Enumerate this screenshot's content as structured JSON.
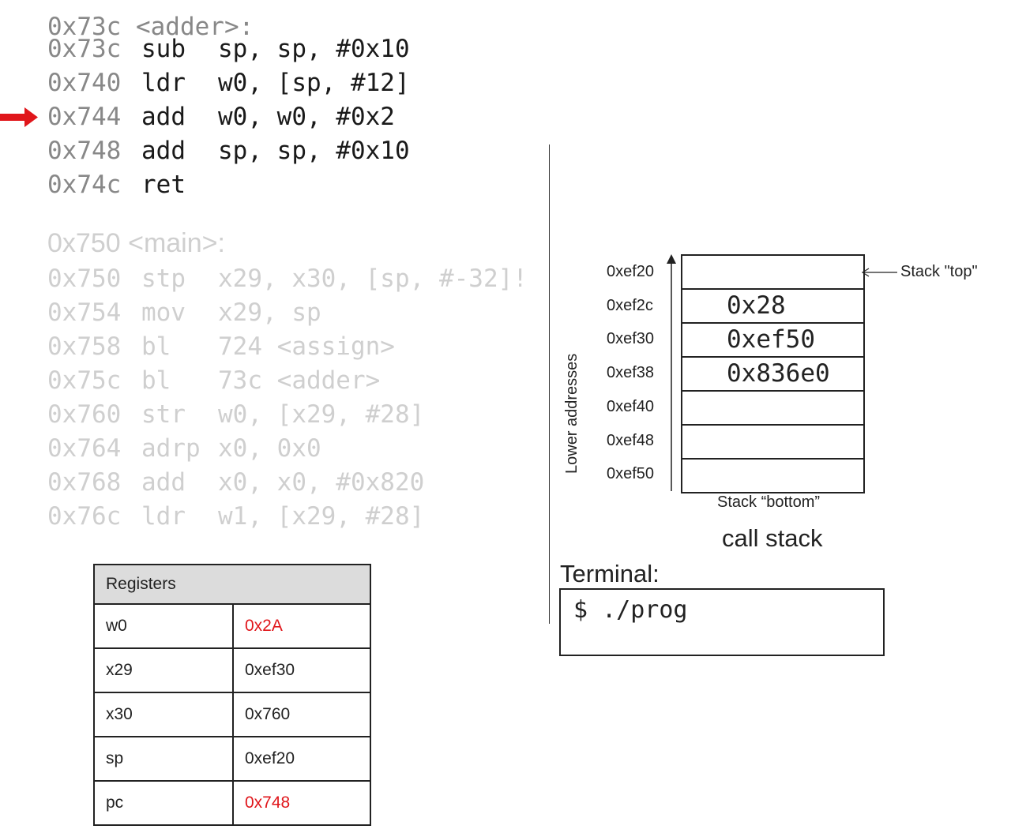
{
  "adder": {
    "label": "0x73c <adder>:",
    "lines": [
      {
        "addr": "0x73c",
        "op": "sub",
        "args": "sp, sp, #0x10"
      },
      {
        "addr": "0x740",
        "op": "ldr",
        "args": "w0, [sp, #12]"
      },
      {
        "addr": "0x744",
        "op": "add",
        "args": "w0, w0, #0x2"
      },
      {
        "addr": "0x748",
        "op": "add",
        "args": "sp, sp, #0x10"
      },
      {
        "addr": "0x74c",
        "op": "ret",
        "args": ""
      }
    ]
  },
  "main": {
    "label": "0x750 <main>:",
    "lines": [
      {
        "addr": "0x750",
        "op": "stp",
        "args": "x29, x30, [sp, #-32]!"
      },
      {
        "addr": "0x754",
        "op": "mov",
        "args": "x29, sp"
      },
      {
        "addr": "0x758",
        "op": "bl",
        "args": "724 <assign>"
      },
      {
        "addr": "0x75c",
        "op": "bl",
        "args": "73c <adder>"
      },
      {
        "addr": "0x760",
        "op": "str",
        "args": "w0, [x29, #28]"
      },
      {
        "addr": "0x764",
        "op": "adrp",
        "args": "x0, 0x0"
      },
      {
        "addr": "0x768",
        "op": "add",
        "args": "x0, x0, #0x820"
      },
      {
        "addr": "0x76c",
        "op": "ldr",
        "args": "w1, [x29, #28]"
      }
    ]
  },
  "registers": {
    "header": "Registers",
    "rows": [
      {
        "name": "w0",
        "value": "0x2A",
        "highlight": true
      },
      {
        "name": "x29",
        "value": "0xef30",
        "highlight": false
      },
      {
        "name": "x30",
        "value": "0x760",
        "highlight": false
      },
      {
        "name": "sp",
        "value": "0xef20",
        "highlight": false
      },
      {
        "name": "pc",
        "value": "0x748",
        "highlight": true
      }
    ]
  },
  "stack": {
    "addresses": [
      "0xef20",
      "0xef2c",
      "0xef30",
      "0xef38",
      "0xef40",
      "0xef48",
      "0xef50"
    ],
    "values": [
      "",
      "0x28",
      "0xef50",
      "0x836e0",
      "",
      "",
      ""
    ],
    "top_label": "Stack \"top\"",
    "bottom_label": "Stack “bottom”",
    "axis_label": "Lower addresses",
    "caption": "call stack"
  },
  "terminal": {
    "label": "Terminal:",
    "text": "$ ./prog"
  },
  "colors": {
    "highlight": "#e0161b",
    "dim": "#cfcfcf"
  }
}
